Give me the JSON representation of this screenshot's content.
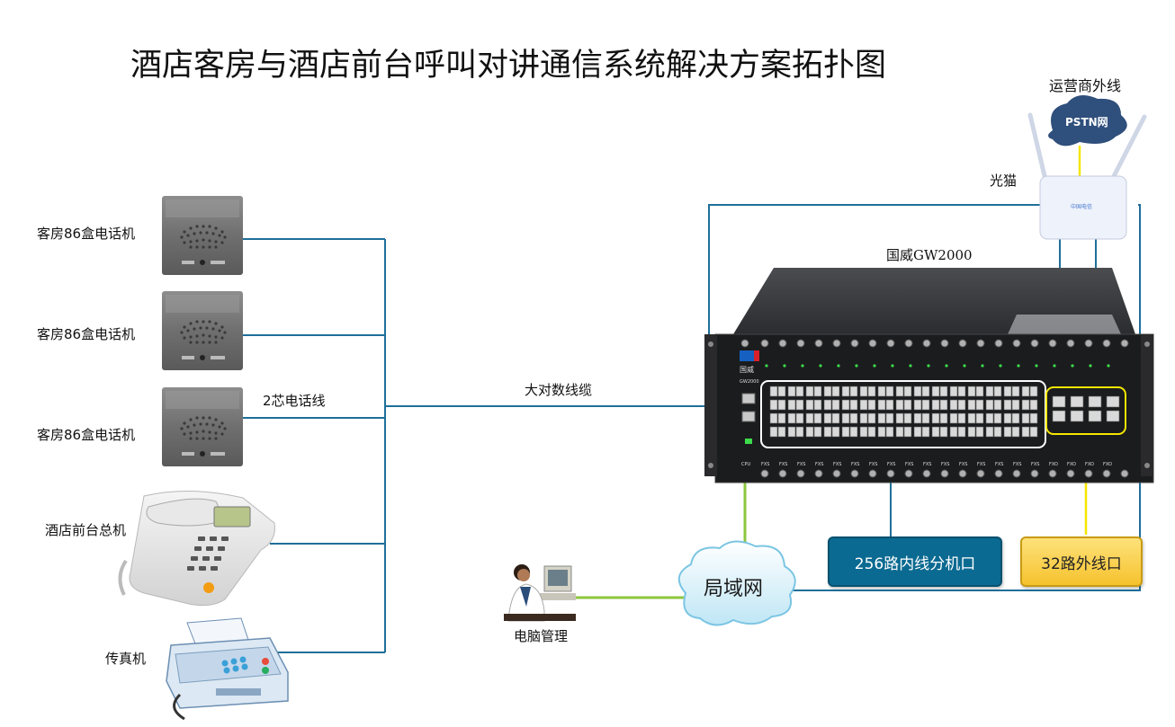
{
  "title": "酒店客房与酒店前台呼叫对讲通信系统解决方案拓扑图",
  "labels": {
    "room_phone_1": "客房86盒电话机",
    "room_phone_2": "客房86盒电话机",
    "room_phone_3": "客房86盒电话机",
    "front_desk": "酒店前台总机",
    "fax": "传真机",
    "wire_2core": "2芯电话线",
    "trunk_cable": "大对数线缆",
    "device_name": "国威GW2000",
    "modem": "光猫",
    "carrier": "运营商外线",
    "pstn": "PSTN网",
    "lan": "局域网",
    "pc_mgmt": "电脑管理",
    "ext_box": "256路内线分机口",
    "trunk_box": "32路外线口"
  },
  "device_text": {
    "brand": "国威",
    "model": "GW2000",
    "cpu": "CPU",
    "fxs": "FXS",
    "fxo": "FXO"
  },
  "colors": {
    "blue_line": "#1f6f9a",
    "green_line": "#8cc63f",
    "yellow_line": "#f5e600",
    "box_blue": "#0b6a91",
    "box_yellow": "#f6c22e"
  }
}
